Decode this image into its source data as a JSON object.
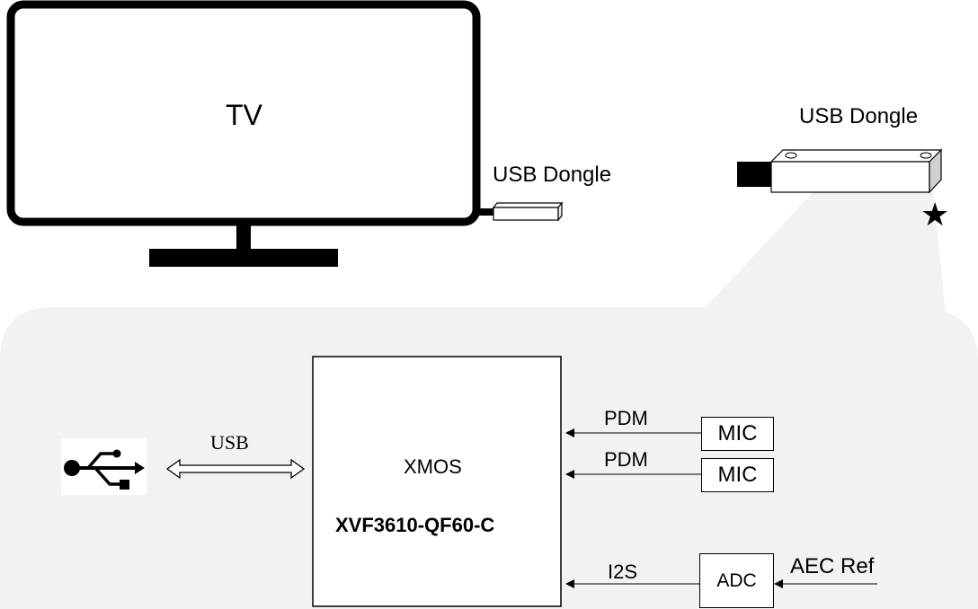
{
  "tv": {
    "label": "TV"
  },
  "dongle_side_label": "USB Dongle",
  "dongle_callout_label": "USB Dongle",
  "chip": {
    "name": "XMOS",
    "part": "XVF3610-QF60-C"
  },
  "usb_link_label": "USB",
  "pdm_labels": [
    "PDM",
    "PDM"
  ],
  "mic_labels": [
    "MIC",
    "MIC"
  ],
  "i2s_label": "I2S",
  "adc_label": "ADC",
  "aec_label": "AEC Ref",
  "star_glyph": "★"
}
